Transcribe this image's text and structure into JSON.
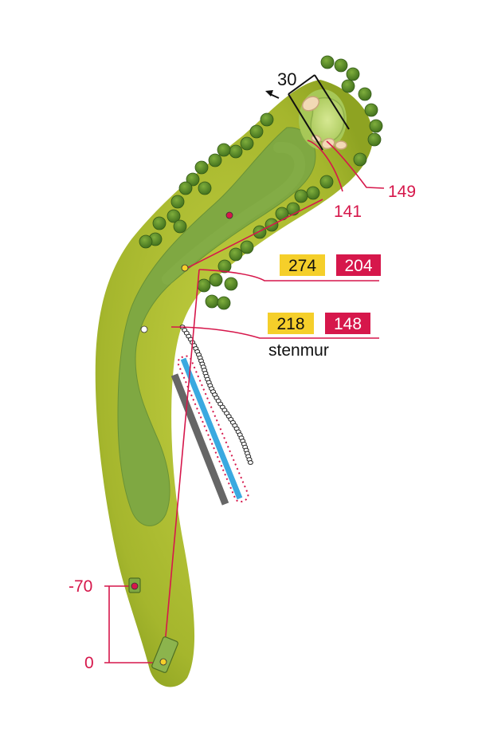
{
  "hole": {
    "green_depth": "30",
    "front_green_distance": "141",
    "back_green_distance": "149",
    "marker_1": {
      "yellow": "274",
      "red": "204"
    },
    "marker_2": {
      "yellow": "218",
      "red": "148"
    },
    "wall_label": "stenmur",
    "tee_front_label": "-70",
    "tee_back_label": "0"
  },
  "colors": {
    "rough": "#b7c63a",
    "fairway": "#7da640",
    "tree": "#5a8a2a",
    "green": "#c6dd7c",
    "bunker": "#f2d9b5",
    "water": "#3aa9e0",
    "path": "#666666",
    "red_line": "#d6174b",
    "yellow_badge": "#f5cf2a",
    "red_badge": "#d6174b"
  },
  "icons": [
    "tree-icon",
    "bunker-icon",
    "direction-arrow-icon",
    "yellow-marker-icon",
    "red-marker-icon",
    "white-marker-icon"
  ]
}
